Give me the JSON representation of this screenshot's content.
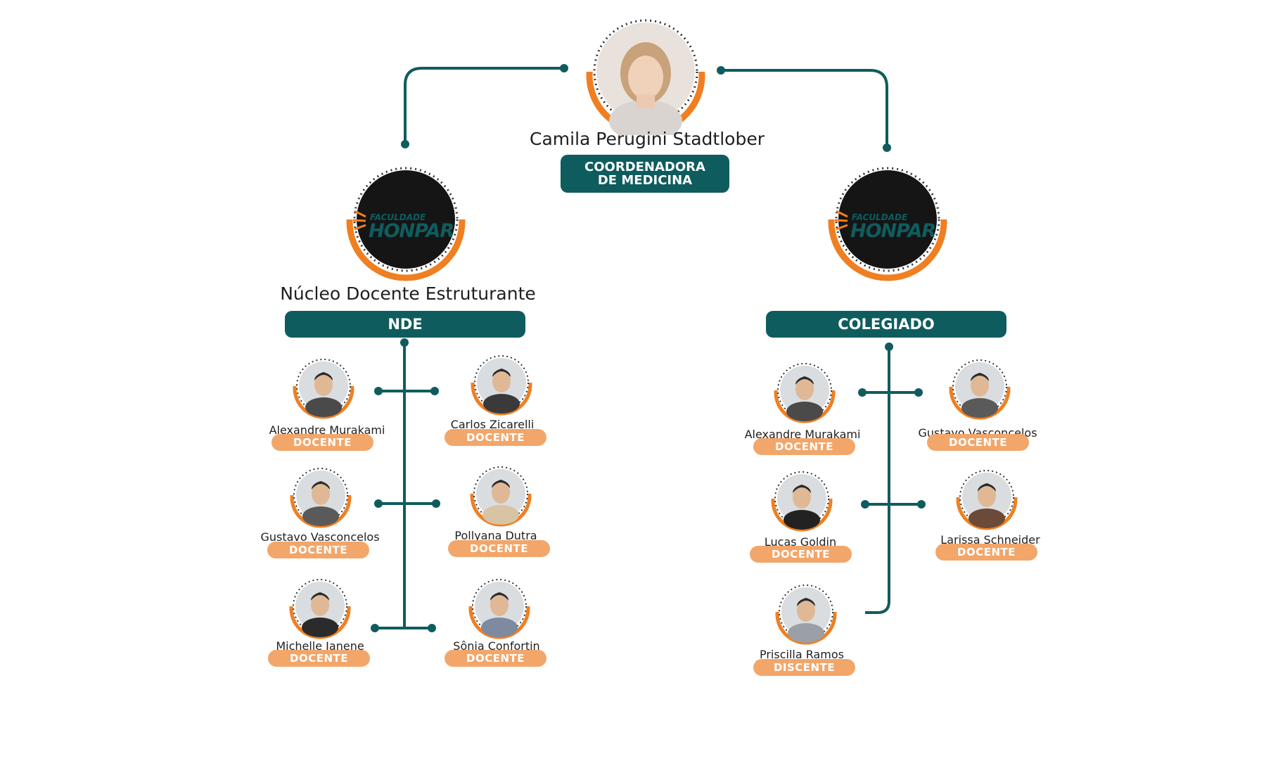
{
  "colors": {
    "teal": "#0f5c5e",
    "orange": "#f07f21",
    "pill": "#f2a66a",
    "logo_bg": "#151515"
  },
  "coordinator": {
    "name": "Camila Perugini Stadtlober",
    "role_line1": "COORDENADORA",
    "role_line2": "DE MEDICINA"
  },
  "logo": {
    "line1": "FACULDADE",
    "line2": "HONPAR"
  },
  "nde": {
    "title": "Núcleo Docente Estruturante",
    "label": "NDE",
    "members": [
      {
        "name": "Alexandre Murakami",
        "role": "DOCENTE"
      },
      {
        "name": "Carlos Zicarelli",
        "role": "DOCENTE"
      },
      {
        "name": "Gustavo Vasconcelos",
        "role": "DOCENTE"
      },
      {
        "name": "Pollyana Dutra",
        "role": "DOCENTE"
      },
      {
        "name": "Michelle Janene",
        "role": "DOCENTE"
      },
      {
        "name": "Sônia Confortin",
        "role": "DOCENTE"
      }
    ]
  },
  "colegiado": {
    "label": "COLEGIADO",
    "members": [
      {
        "name": "Alexandre Murakami",
        "role": "DOCENTE"
      },
      {
        "name": "Gustavo Vasconcelos",
        "role": "DOCENTE"
      },
      {
        "name": "Lucas Goldin",
        "role": "DOCENTE"
      },
      {
        "name": "Larissa Schneider",
        "role": "DOCENTE"
      },
      {
        "name": "Priscilla Ramos",
        "role": "DISCENTE"
      }
    ]
  }
}
